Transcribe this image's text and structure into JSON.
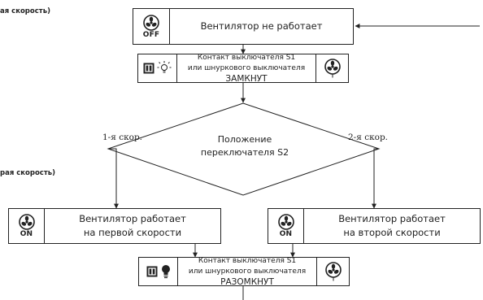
{
  "side_fragments": {
    "top": "ая скорость)",
    "middle": "рая скорость)"
  },
  "fan_off": {
    "mode": "OFF",
    "text": "Вентилятор не работает"
  },
  "contact_closed": {
    "line1": "Контакт выключателя S1",
    "line2": "или шнуркового выключателя",
    "state": "ЗАМКНУТ"
  },
  "decision": {
    "line1": "Положение",
    "line2": "переключателя S2",
    "branch_left": "1-я скор.",
    "branch_right": "2-я скор."
  },
  "fan_speed1": {
    "mode": "ON",
    "line1": "Вентилятор работает",
    "line2": "на первой скорости"
  },
  "fan_speed2": {
    "mode": "ON",
    "line1": "Вентилятор работает",
    "line2": "на второй скорости"
  },
  "contact_open": {
    "line1": "Контакт выключателя S1",
    "line2": "или шнуркового выключателя",
    "state": "РАЗОМКНУТ"
  }
}
